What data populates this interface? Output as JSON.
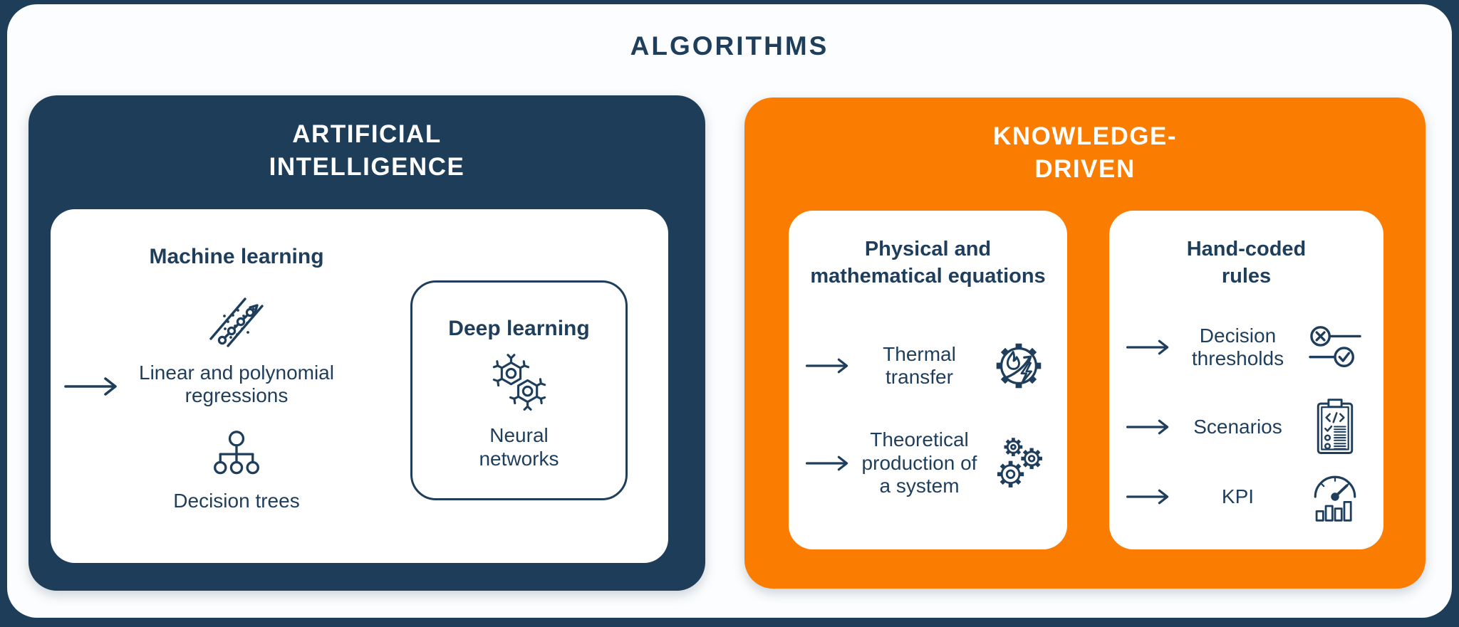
{
  "title": "ALGORITHMS",
  "colors": {
    "navy": "#1d3d58",
    "orange": "#fa7c00",
    "text_navy": "#1e3e5c",
    "sheet_white": "#fcfdfe"
  },
  "ai_section": {
    "title_line1": "ARTIFICIAL",
    "title_line2": "INTELLIGENCE",
    "machine_learning": {
      "title": "Machine learning",
      "items": [
        {
          "icon": "regression-scatter-icon",
          "label": "Linear and polynomial regressions",
          "arrow": true
        },
        {
          "icon": "decision-tree-icon",
          "label": "Decision trees",
          "arrow": false
        }
      ],
      "deep_learning": {
        "title": "Deep learning",
        "icon": "neural-network-icon",
        "label": "Neural networks"
      }
    }
  },
  "knowledge_section": {
    "title_line1": "KNOWLEDGE-",
    "title_line2": "DRIVEN",
    "physical_box": {
      "title_line1": "Physical and",
      "title_line2": "mathematical equations",
      "items": [
        {
          "icon": "thermal-transfer-icon",
          "label": "Thermal transfer"
        },
        {
          "icon": "gears-icon",
          "label": "Theoretical production of a system"
        }
      ]
    },
    "hand_coded_box": {
      "title_line1": "Hand-coded",
      "title_line2": "rules",
      "items": [
        {
          "icon": "decision-thresholds-icon",
          "label": "Decision thresholds"
        },
        {
          "icon": "scenarios-clipboard-icon",
          "label": "Scenarios"
        },
        {
          "icon": "kpi-gauge-icon",
          "label": "KPI"
        }
      ]
    }
  }
}
